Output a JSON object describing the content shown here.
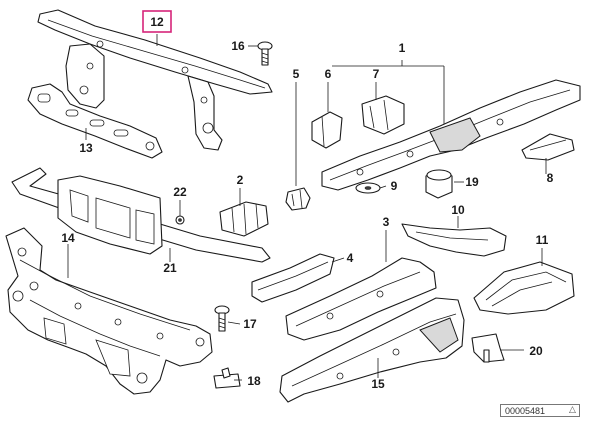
{
  "callouts": [
    {
      "id": "c1",
      "label": "1"
    },
    {
      "id": "c2",
      "label": "2"
    },
    {
      "id": "c3",
      "label": "3"
    },
    {
      "id": "c4",
      "label": "4"
    },
    {
      "id": "c5",
      "label": "5"
    },
    {
      "id": "c6",
      "label": "6"
    },
    {
      "id": "c7",
      "label": "7"
    },
    {
      "id": "c8",
      "label": "8"
    },
    {
      "id": "c9",
      "label": "9"
    },
    {
      "id": "c10",
      "label": "10"
    },
    {
      "id": "c11",
      "label": "11"
    },
    {
      "id": "c12",
      "label": "12",
      "highlighted": true
    },
    {
      "id": "c13",
      "label": "13"
    },
    {
      "id": "c14",
      "label": "14"
    },
    {
      "id": "c15",
      "label": "15"
    },
    {
      "id": "c16",
      "label": "16"
    },
    {
      "id": "c17",
      "label": "17"
    },
    {
      "id": "c18",
      "label": "18"
    },
    {
      "id": "c19",
      "label": "19"
    },
    {
      "id": "c20",
      "label": "20"
    },
    {
      "id": "c21",
      "label": "21"
    },
    {
      "id": "c22",
      "label": "22"
    }
  ],
  "highlight_color": "#d6247a",
  "reference_number": "00005481"
}
